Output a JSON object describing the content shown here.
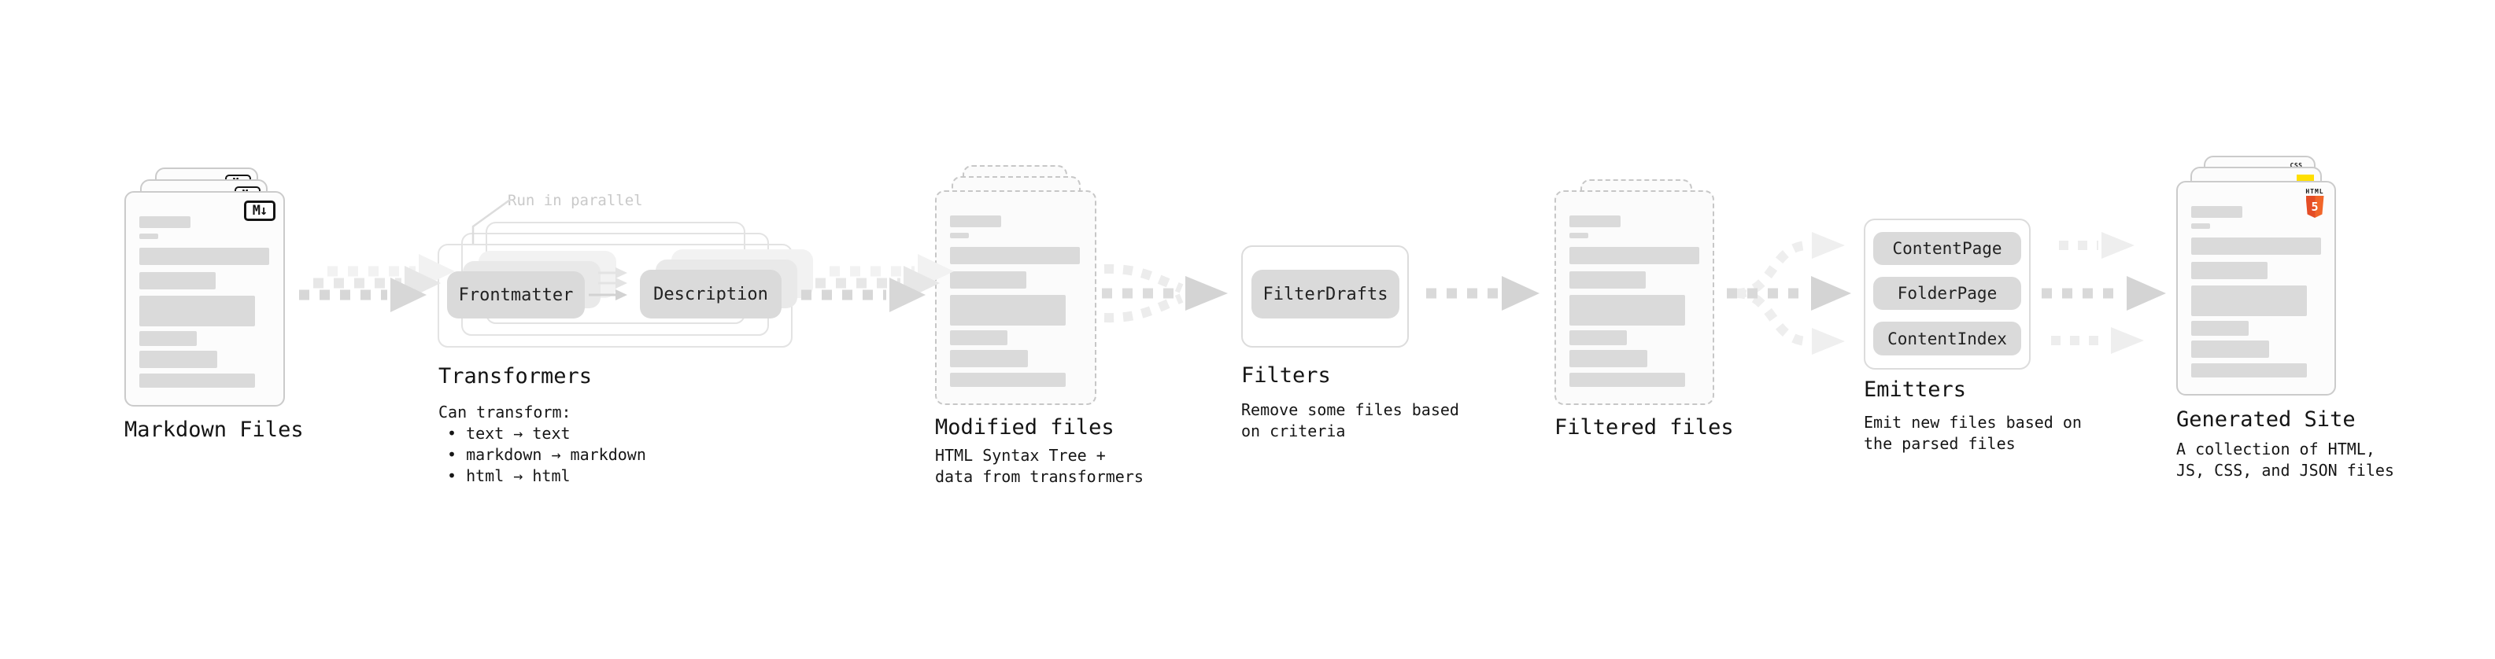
{
  "nodes": {
    "markdown_files": {
      "label": "Markdown Files",
      "file_badge": "M↓"
    },
    "transformers": {
      "label": "Transformers",
      "note": "Run in parallel",
      "steps": [
        "Frontmatter",
        "Description"
      ],
      "desc_heading": "Can transform:",
      "capabilities": [
        "• text → text",
        "• markdown → markdown",
        "• html → html"
      ]
    },
    "modified_files": {
      "label": "Modified files",
      "desc": "HTML Syntax Tree +\ndata from transformers"
    },
    "filters": {
      "label": "Filters",
      "items": [
        "FilterDrafts"
      ],
      "desc": "Remove some files based\non criteria"
    },
    "filtered_files": {
      "label": "Filtered files"
    },
    "emitters": {
      "label": "Emitters",
      "items": [
        "ContentPage",
        "FolderPage",
        "ContentIndex"
      ],
      "desc": "Emit new files based on\nthe parsed files"
    },
    "generated_site": {
      "label": "Generated Site",
      "desc": "A collection of HTML,\nJS, CSS, and JSON files",
      "badges": {
        "html_word": "HTML",
        "html_number": "5",
        "css": "CSS"
      }
    }
  },
  "colors": {
    "html_accent": "#e44d26",
    "js_accent": "#ffdf00",
    "css_accent": "#1d6ef3",
    "pill_fill": "#dadada",
    "bar_fill": "#dadada",
    "muted_note": "#c9c9c9",
    "arrow_front": "#d7d7d7",
    "arrow_faint": "#efefef"
  }
}
